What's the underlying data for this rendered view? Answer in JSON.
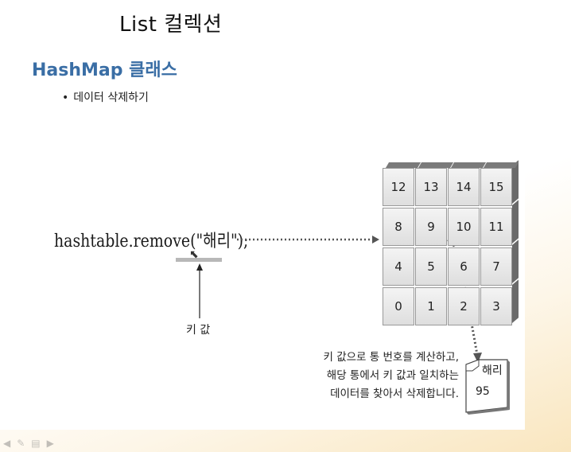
{
  "slide": {
    "title": "List 컬렉션",
    "heading": "HashMap 클래스",
    "bullet": "데이터 삭제하기"
  },
  "figure": {
    "code": "hashtable.remove(\"해리\");",
    "key_label": "키 값",
    "description": [
      "키 값으로 통 번호를 계산하고,",
      "해당 통에서 키 값과 일치하는",
      "데이터를 찾아서 삭제합니다."
    ],
    "grid": [
      [
        "12",
        "13",
        "14",
        "15"
      ],
      [
        "8",
        "9",
        "10",
        "11"
      ],
      [
        "4",
        "5",
        "6",
        "7"
      ],
      [
        "0",
        "1",
        "2",
        "3"
      ]
    ],
    "note_key": "해리",
    "note_value": "95"
  },
  "nav_icons": [
    "prev-icon",
    "pen-icon",
    "menu-icon",
    "next-icon"
  ]
}
